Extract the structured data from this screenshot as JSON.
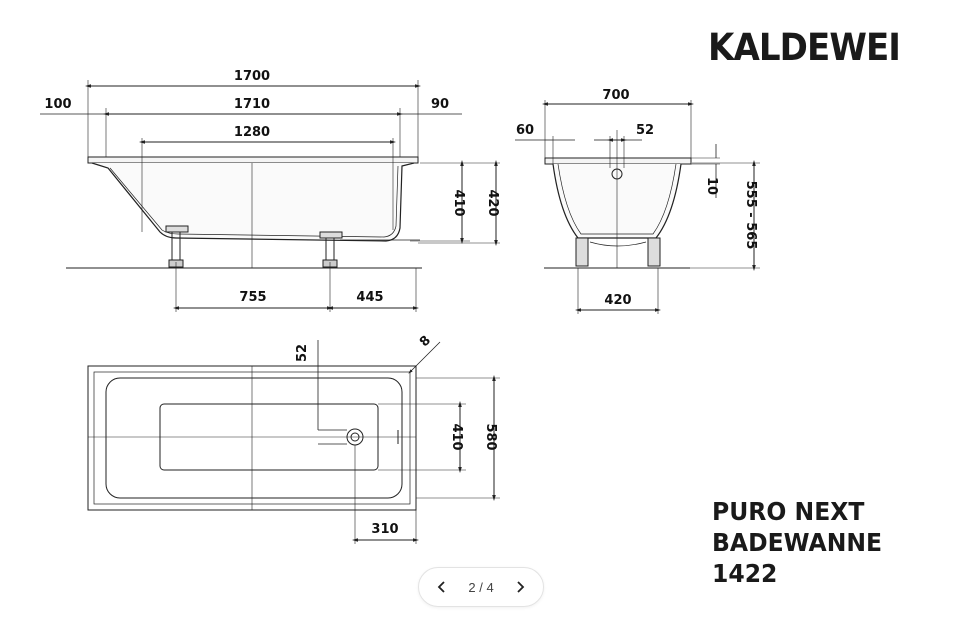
{
  "brand": {
    "logo_text": "KALDEWEI"
  },
  "product": {
    "line1": "PURO NEXT",
    "line2": "BADEWANNE",
    "line3": "1422"
  },
  "pagination": {
    "current": "2",
    "separator": "/",
    "total": "4"
  },
  "icons": {
    "prev": "chevron-left-icon",
    "next": "chevron-right-icon"
  },
  "dimensions": {
    "side": {
      "overall_1700": "1700",
      "left_100": "100",
      "inner_1710": "1710",
      "right_90": "90",
      "bottom_1280": "1280",
      "depth_410": "410",
      "height_420": "420",
      "feet_755": "755",
      "feet_445": "445"
    },
    "end": {
      "width_700": "700",
      "rim_60": "60",
      "drain_52": "52",
      "rim_10": "10",
      "height_555_565": "555 - 565",
      "base_420": "420"
    },
    "plan": {
      "drain_52": "52",
      "radius_8": "8",
      "inner_410": "410",
      "width_580": "580",
      "drain_310": "310"
    }
  },
  "colors": {
    "line": "#222222",
    "text": "#111111",
    "background": "#ffffff"
  }
}
